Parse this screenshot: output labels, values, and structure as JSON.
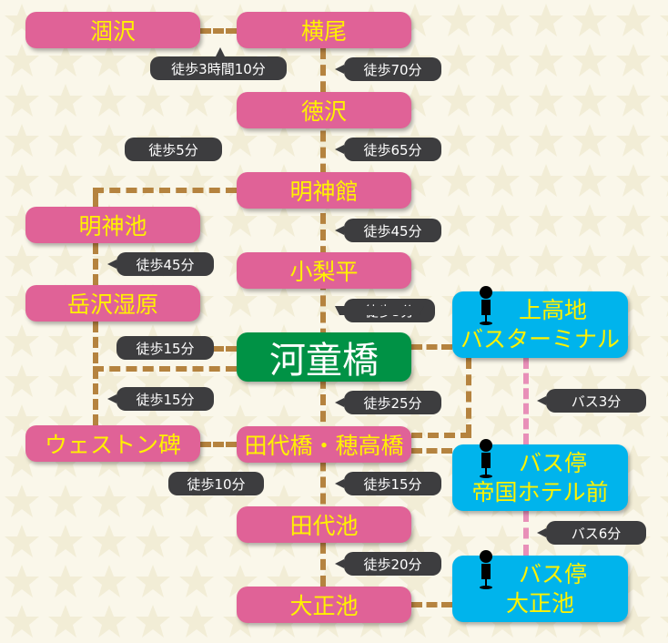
{
  "nodes": {
    "karasawa": "涸沢",
    "yokoo": "横尾",
    "tokusawa": "徳沢",
    "myojinkan": "明神館",
    "myojinike": "明神池",
    "konashidaira": "小梨平",
    "dakesawa": "岳沢湿原",
    "kappabashi": "河童橋",
    "weston": "ウェストン碑",
    "tashirobashi": "田代橋・穂高橋",
    "tashiroike": "田代池",
    "taishoike": "大正池",
    "bus_terminal": {
      "line1": "上高地",
      "line2": "バスターミナル"
    },
    "bus_imperial": {
      "line1": "バス停",
      "line2": "帝国ホテル前"
    },
    "bus_taisho": {
      "line1": "バス停",
      "line2": "大正池"
    }
  },
  "labels": {
    "karasawa_yokoo": "徒歩3時間10分",
    "yokoo_tokusawa": "徒歩70分",
    "tokusawa_myojinkan": "徒歩65分",
    "myojinkan_myojinike": "徒歩5分",
    "myojinkan_konashi": "徒歩45分",
    "myojinike_dakesawa": "徒歩45分",
    "konashi_kappa": "徒歩5分",
    "dakesawa_kappa": "徒歩15分",
    "dakesawa_weston": "徒歩15分",
    "kappa_tashiro": "徒歩25分",
    "weston_tashiro": "徒歩10分",
    "tashiro_tashiroike": "徒歩15分",
    "tashiroike_taisho": "徒歩20分",
    "bus_3": "バス3分",
    "bus_6": "バス6分"
  },
  "colors": {
    "walk_node": "#e06297",
    "hub_node": "#009245",
    "bus_node": "#00b4ec",
    "walk_line": "#b5833f",
    "bus_line": "#e88fb8"
  }
}
